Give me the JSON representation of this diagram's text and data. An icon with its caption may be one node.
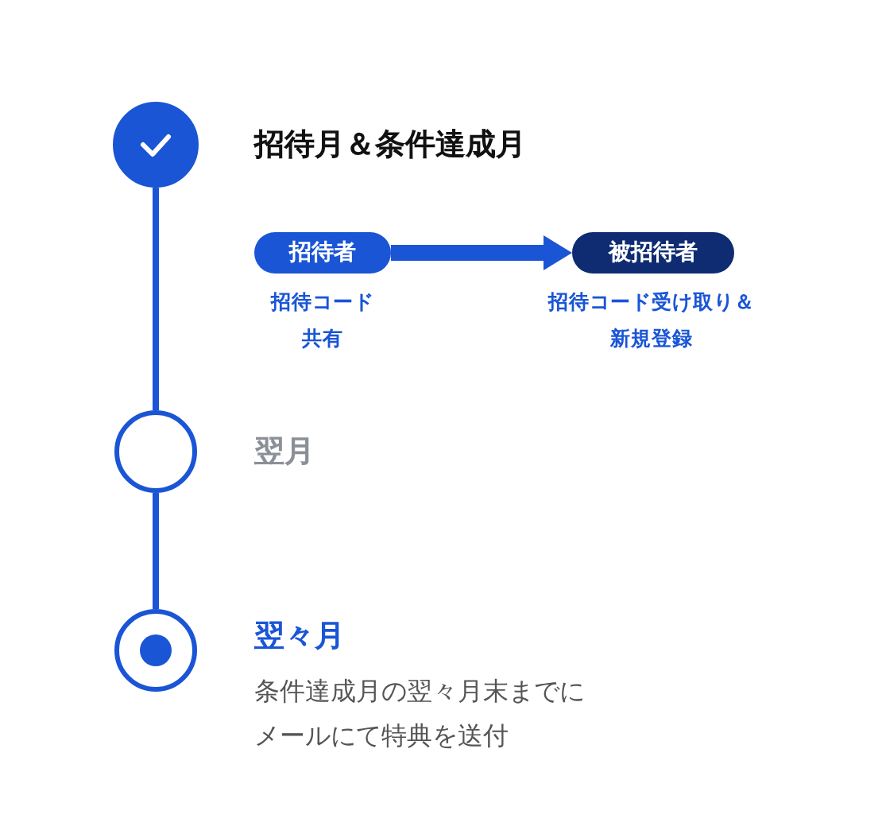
{
  "diagram": {
    "nodes": [
      {
        "text": [],
        "shape": "circle",
        "beside": [
          "招待月＆条件達成月"
        ]
      },
      {
        "text": [
          "招待者"
        ],
        "beside": [
          "招待コード共有"
        ]
      },
      {
        "text": [
          "被招待者"
        ],
        "beside": [
          "招待コード受け取り＆新規登録"
        ]
      },
      {
        "text": [],
        "shape": "circle",
        "beside": [
          "翌月"
        ]
      },
      {
        "text": [],
        "shape": "circle",
        "beside": [
          "翌々月",
          "条件達成月の翌々月末までにメールにて特典を送付"
        ]
      }
    ],
    "edges": [
      {
        "from": 0,
        "to": 3,
        "arrow": "none"
      },
      {
        "from": 3,
        "to": 4,
        "arrow": "none"
      },
      {
        "from": 1,
        "to": 2,
        "arrow": "to",
        "style": "thick"
      }
    ]
  }
}
